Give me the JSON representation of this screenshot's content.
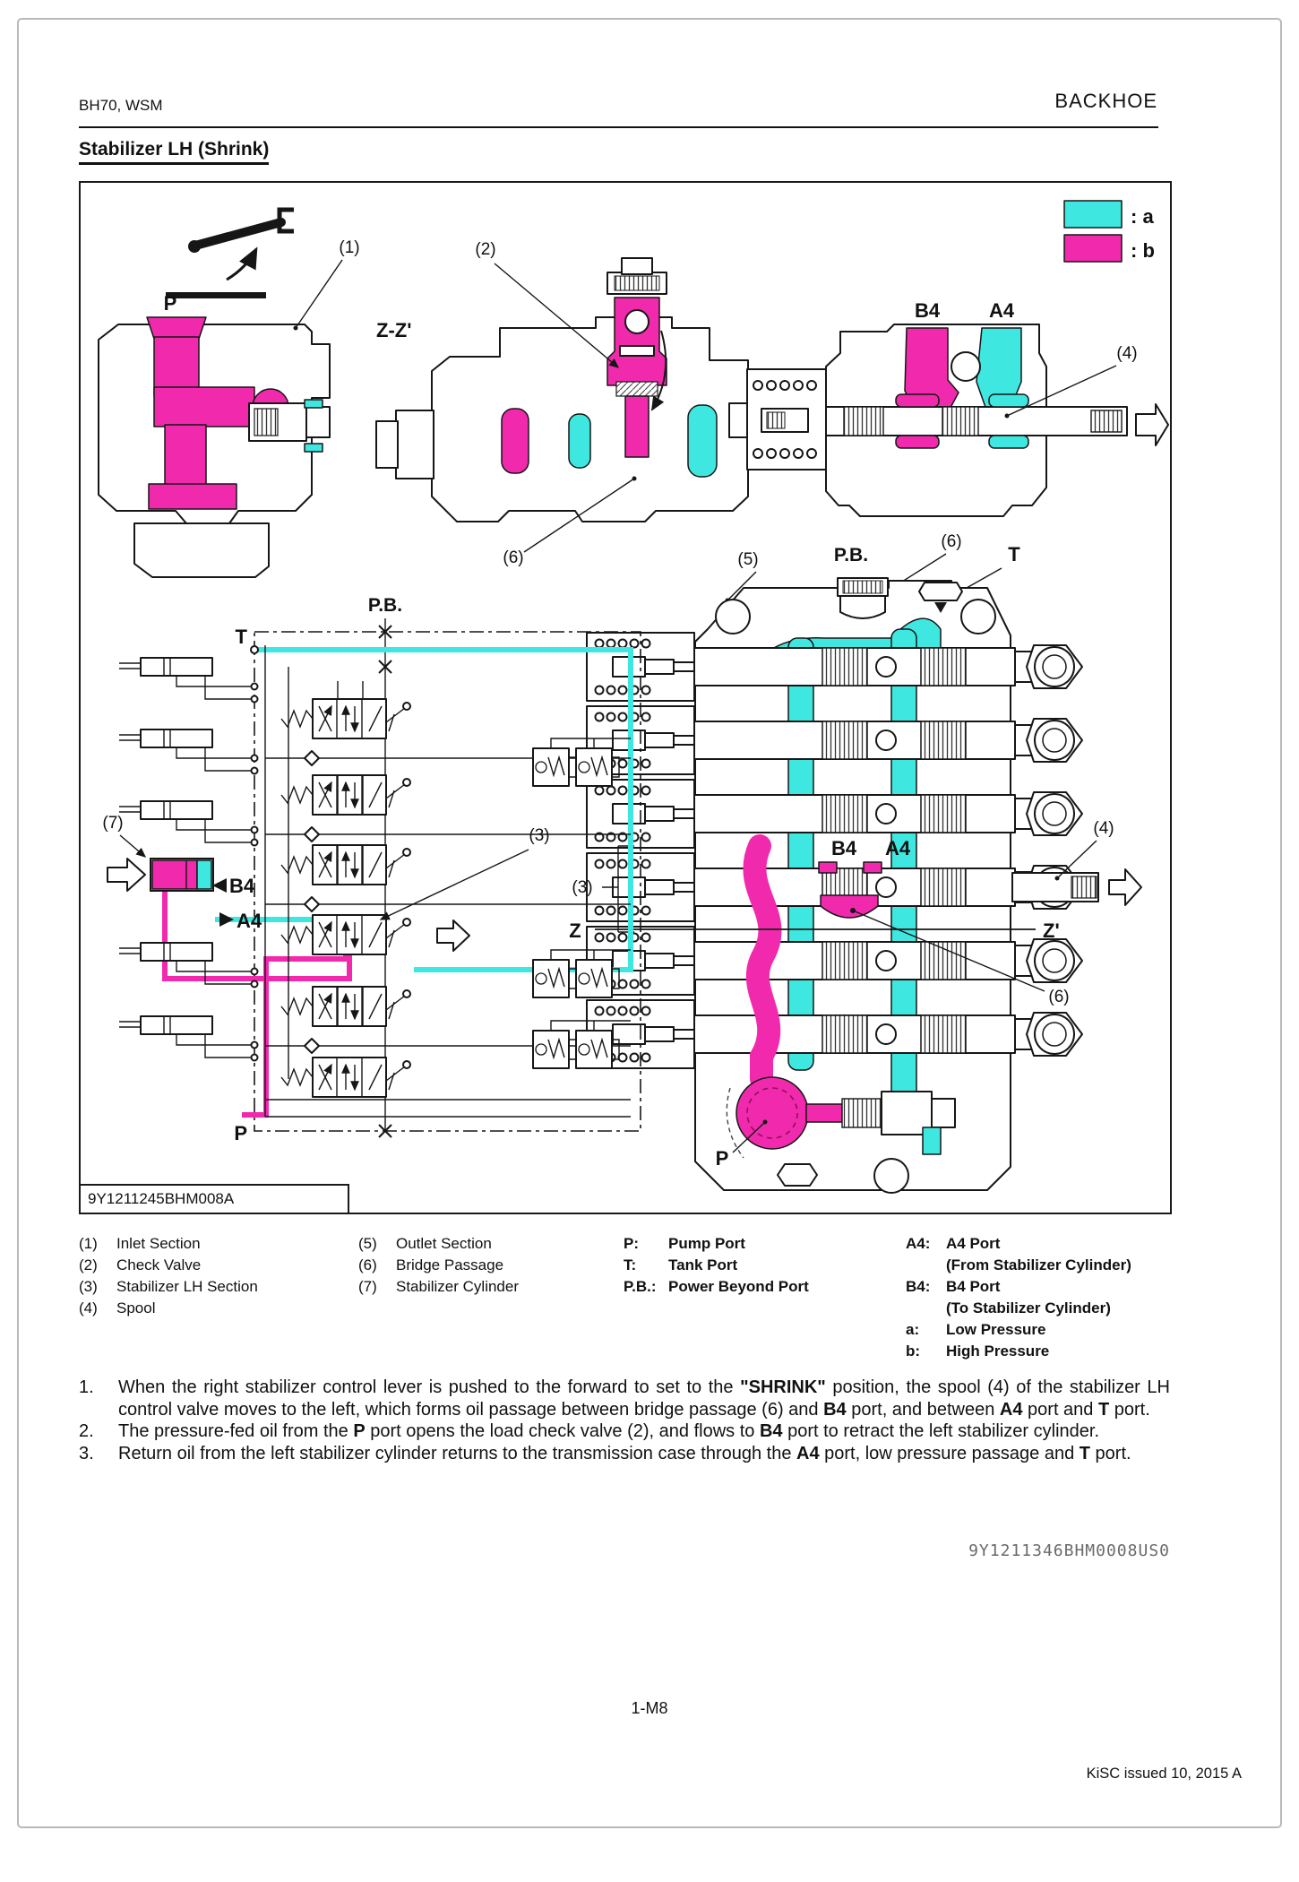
{
  "page": {
    "header_left": "BH70, WSM",
    "header_right": "BACKHOE",
    "title": "Stabilizer LH (Shrink)",
    "page_number": "1-M8",
    "issue_note": "KiSC issued 10, 2015 A",
    "ref_code": "9Y1211346BHM0008US0"
  },
  "figure": {
    "id": "9Y1211245BHM008A",
    "colors": {
      "low_pressure_a": "#3ee8e0",
      "high_pressure_b": "#f12aad"
    },
    "labels": {
      "legend_a": ": a",
      "legend_b": ": b",
      "c1": "(1)",
      "c2": "(2)",
      "c3": "(3)",
      "c4": "(4)",
      "c5": "(5)",
      "c6": "(6)",
      "c7": "(7)",
      "p": "P",
      "t": "T",
      "pb": "P.B.",
      "zz": "Z-Z'",
      "z": "Z",
      "z2": "Z'",
      "b4": "B4",
      "a4": "A4"
    }
  },
  "legend": {
    "columns": [
      {
        "rows": [
          {
            "key": "(1)",
            "text": "Inlet Section"
          },
          {
            "key": "(2)",
            "text": "Check Valve"
          },
          {
            "key": "(3)",
            "text": "Stabilizer LH Section"
          },
          {
            "key": "(4)",
            "text": "Spool"
          }
        ]
      },
      {
        "rows": [
          {
            "key": "(5)",
            "text": "Outlet Section"
          },
          {
            "key": "(6)",
            "text": "Bridge Passage"
          },
          {
            "key": "(7)",
            "text": "Stabilizer Cylinder"
          }
        ]
      },
      {
        "rows": [
          {
            "key": "P:",
            "text": "Pump Port"
          },
          {
            "key": "T:",
            "text": "Tank Port"
          },
          {
            "key": "P.B.:",
            "text": "Power Beyond Port"
          }
        ]
      },
      {
        "rows": [
          {
            "key": "A4:",
            "text": "A4 Port"
          },
          {
            "key": "",
            "text": "(From Stabilizer Cylinder)"
          },
          {
            "key": "B4:",
            "text": "B4 Port"
          },
          {
            "key": "",
            "text": "(To Stabilizer Cylinder)"
          },
          {
            "key": "a:",
            "text": "Low Pressure"
          },
          {
            "key": "b:",
            "text": "High Pressure"
          }
        ]
      }
    ]
  },
  "paragraphs": [
    {
      "num": "1.",
      "segments": [
        {
          "t": "When the right stabilizer control lever is pushed to the forward to set to the "
        },
        {
          "t": "\"SHRINK\"",
          "b": true
        },
        {
          "t": " position, the spool (4) of the stabilizer LH control valve moves to the left, which forms oil passage between bridge passage (6) and "
        },
        {
          "t": "B4",
          "b": true
        },
        {
          "t": " port, and between "
        },
        {
          "t": "A4",
          "b": true
        },
        {
          "t": " port and "
        },
        {
          "t": "T",
          "b": true
        },
        {
          "t": " port."
        }
      ]
    },
    {
      "num": "2.",
      "segments": [
        {
          "t": "The pressure-fed oil from the "
        },
        {
          "t": "P",
          "b": true
        },
        {
          "t": " port opens the load check valve (2), and flows to "
        },
        {
          "t": "B4",
          "b": true
        },
        {
          "t": " port to retract the left stabilizer cylinder."
        }
      ]
    },
    {
      "num": "3.",
      "segments": [
        {
          "t": "Return oil from the left stabilizer cylinder returns to the transmission case through the "
        },
        {
          "t": "A4",
          "b": true
        },
        {
          "t": " port, low pressure passage and "
        },
        {
          "t": "T",
          "b": true
        },
        {
          "t": " port."
        }
      ]
    }
  ]
}
